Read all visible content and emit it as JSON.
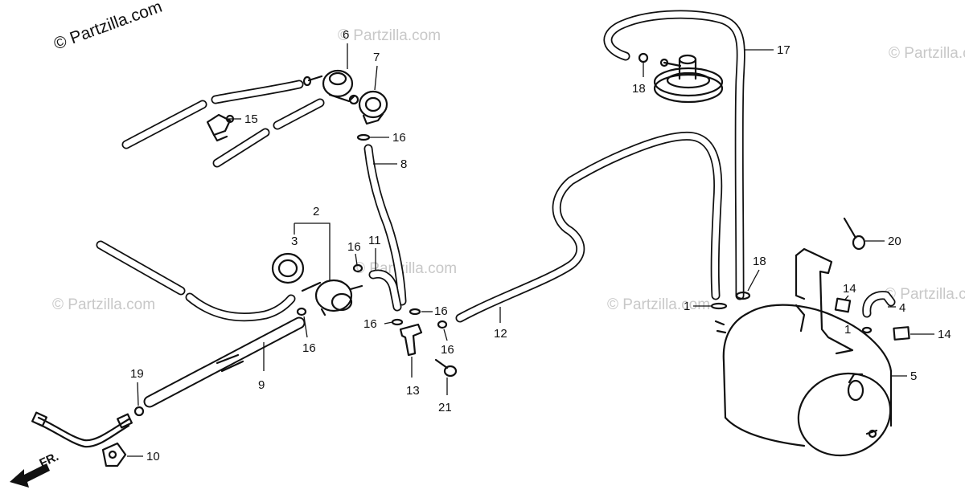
{
  "copyright": "© Partzilla.com",
  "watermark": "© Partzilla.com",
  "front_marker": "FR.",
  "callouts": {
    "c1a": "1",
    "c1b": "1",
    "c2": "2",
    "c3": "3",
    "c4": "4",
    "c5": "5",
    "c6": "6",
    "c7": "7",
    "c8": "8",
    "c9": "9",
    "c10": "10",
    "c11": "11",
    "c12": "12",
    "c13": "13",
    "c14a": "14",
    "c14b": "14",
    "c15": "15",
    "c16a": "16",
    "c16b": "16",
    "c16c": "16",
    "c16d": "16",
    "c16e": "16",
    "c16f": "16",
    "c17": "17",
    "c18a": "18",
    "c18b": "18",
    "c19": "19",
    "c20": "20",
    "c21": "21"
  }
}
